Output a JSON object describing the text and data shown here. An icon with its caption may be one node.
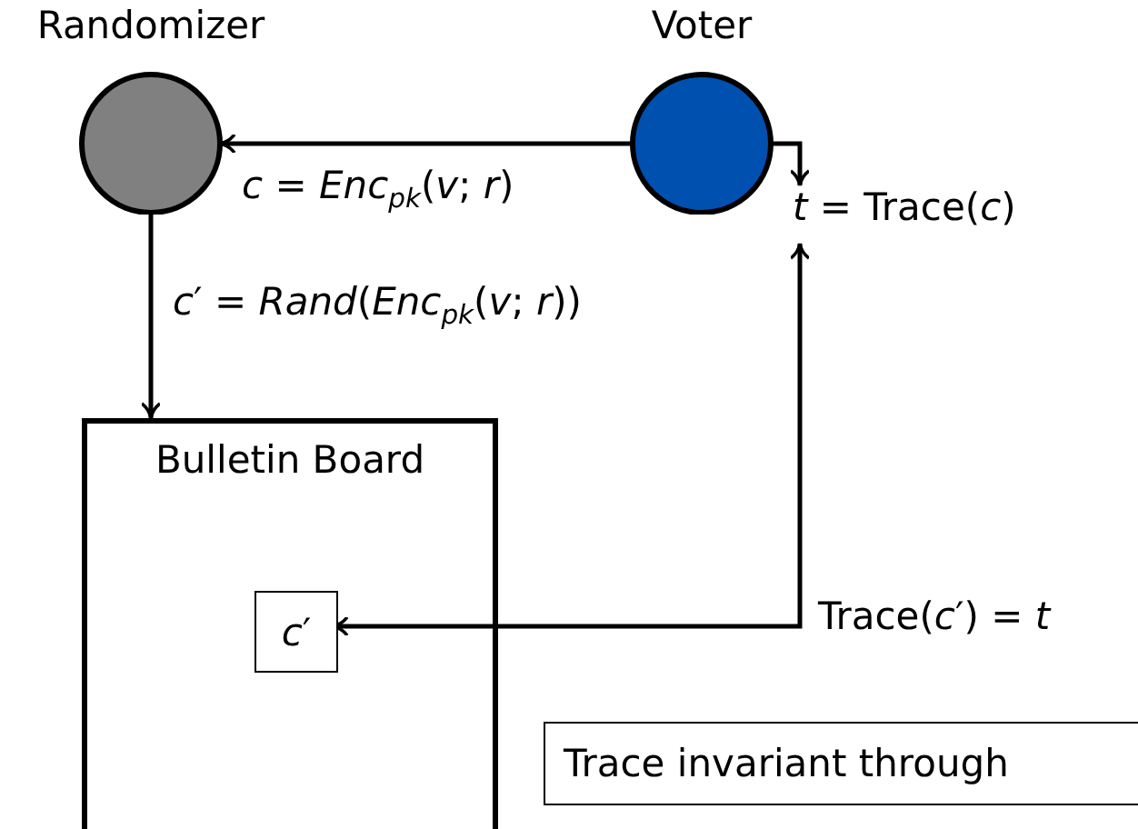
{
  "diagram": {
    "nodes": [
      {
        "text": [
          "Randomizer"
        ]
      },
      {
        "text": [
          "Voter"
        ]
      },
      {
        "text": [
          "*t* = Trace(*c*)"
        ]
      },
      {
        "text": [
          "Bulletin Board"
        ]
      },
      {
        "text": [
          "*c*′"
        ],
        "in": 3
      },
      {
        "text": [
          "Trace invariant through"
        ]
      }
    ],
    "edges": [
      {
        "from": 1,
        "to": 0,
        "arrow": "to",
        "label": "*c* = *Enc*$_{pk}$(*v*; *r*)"
      },
      {
        "from": 1,
        "to": 2,
        "arrow": "to"
      },
      {
        "from": 0,
        "to": 3,
        "arrow": "to",
        "label": "*c*′ = *Rand*(*Enc*$_{pk}$(*v*; *r*))"
      },
      {
        "from": 4,
        "to": 2,
        "arrow": "both",
        "label": "Trace(*c*′) = *t*"
      }
    ]
  }
}
